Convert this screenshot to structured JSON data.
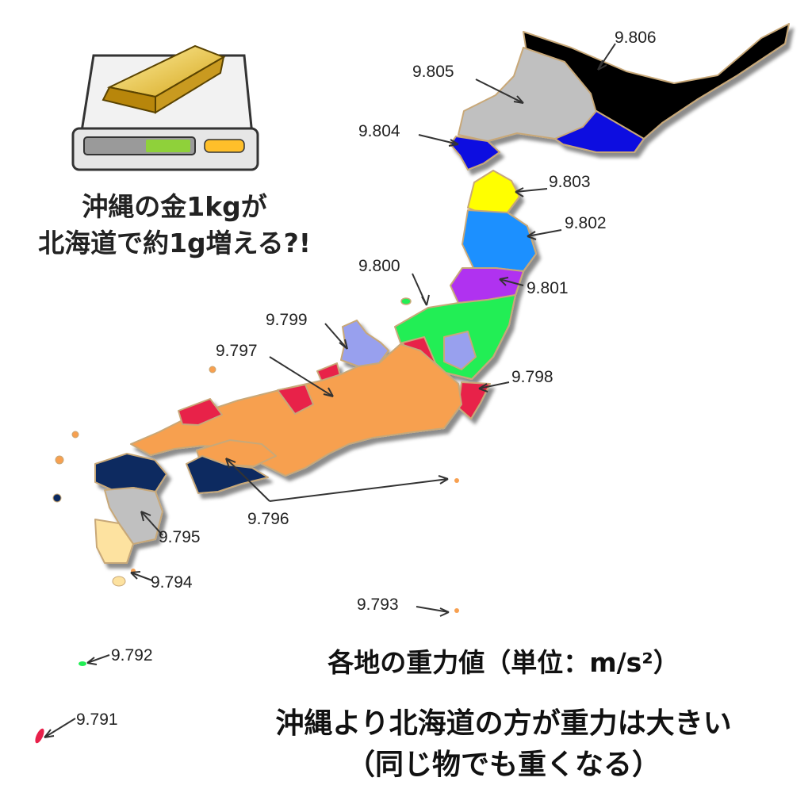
{
  "headline": {
    "line1": "沖縄の金1kgが",
    "line2": "北海道で約1g増える?!"
  },
  "caption": {
    "title": "各地の重力値（単位：m/s²）",
    "line1": "沖縄より北海道の方が重力は大きい",
    "line2": "（同じ物でも重くなる）"
  },
  "gravity_labels": {
    "v9806": "9.806",
    "v9805": "9.805",
    "v9804": "9.804",
    "v9803": "9.803",
    "v9802": "9.802",
    "v9801": "9.801",
    "v9800": "9.800",
    "v9799": "9.799",
    "v9798": "9.798",
    "v9797": "9.797",
    "v9796": "9.796",
    "v9795": "9.795",
    "v9794": "9.794",
    "v9793": "9.793",
    "v9792": "9.792",
    "v9791": "9.791"
  },
  "colors": {
    "black_9806": "#000000",
    "gray_9805": "#c0c0c0",
    "blue_9804": "#1010e0",
    "yellow_9803": "#ffff00",
    "skyblue_9802": "#1e90ff",
    "purple_9801": "#b030f0",
    "green_9800": "#22ee55",
    "lavender_9799": "#98a0ee",
    "red_9798": "#e8204a",
    "orange_9797": "#f7a050",
    "navy_9796": "#0b2a60",
    "beige_9795": "#fde2a0",
    "gold_bar": "#d4a41a"
  }
}
